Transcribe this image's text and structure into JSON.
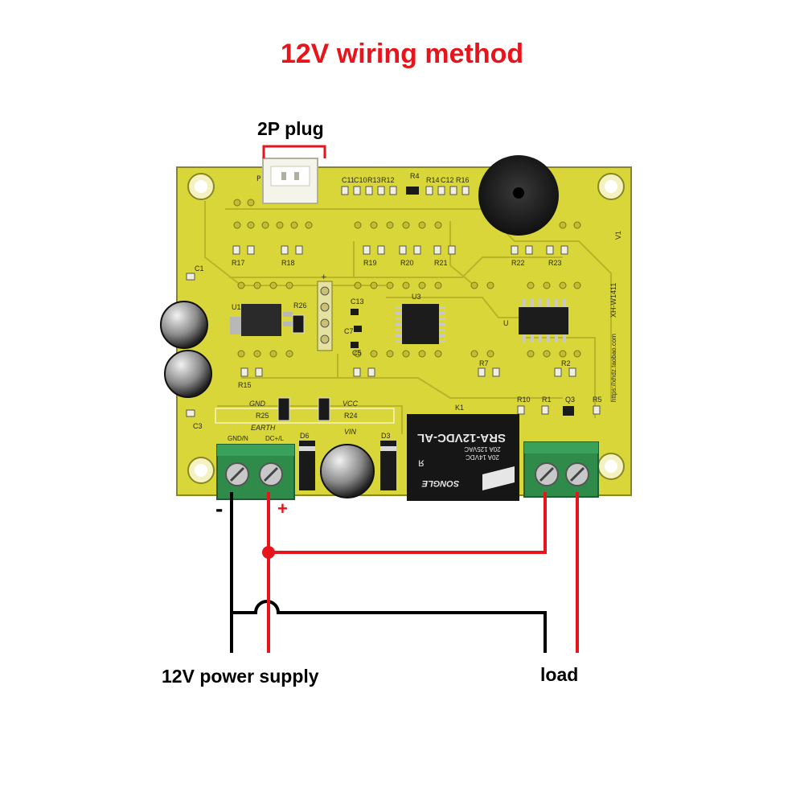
{
  "title": "12V wiring method",
  "labels": {
    "plug": "2P plug",
    "minus": "-",
    "plus": "+",
    "power_supply": "12V power supply",
    "load": "load"
  },
  "silkscreen": {
    "caps_top": [
      "C11",
      "C10",
      "R13",
      "R12",
      "R4",
      "R14",
      "C12",
      "R16"
    ],
    "r17": "R17",
    "r18": "R18",
    "r19": "R19",
    "r20": "R20",
    "r21": "R21",
    "r22": "R22",
    "r23": "R23",
    "c1": "C1",
    "u1": "U1",
    "r26": "R26",
    "c13": "C13",
    "c7": "C7",
    "c5": "C5",
    "u3": "U3",
    "u4": "U",
    "r15": "R15",
    "r7": "R7",
    "r2": "R2",
    "r10": "R10",
    "r1": "R1",
    "q3": "Q3",
    "r5": "R5",
    "c3": "C3",
    "r25": "R25",
    "r24": "R24",
    "d6": "D6",
    "d3": "D3",
    "gnd": "GND",
    "vcc": "VCC",
    "earth": "EARTH",
    "vin": "VIN",
    "gnd_n": "GND/N",
    "dc": "DC+/L",
    "model": "XH-W1411",
    "url": "https://xhdz.taobao.com",
    "version": "V1",
    "k1": "K1",
    "relay_model": "SRA-12VDC-AL",
    "relay_spec1": "20A 14VDC",
    "relay_spec2": "20A 125VAC",
    "relay_brand": "SONGLE"
  },
  "colors": {
    "title": "#e8141c",
    "wire_red": "#e8141c",
    "wire_black": "#000000",
    "pcb": "#d9d63a",
    "terminal": "#2e8b4a"
  }
}
